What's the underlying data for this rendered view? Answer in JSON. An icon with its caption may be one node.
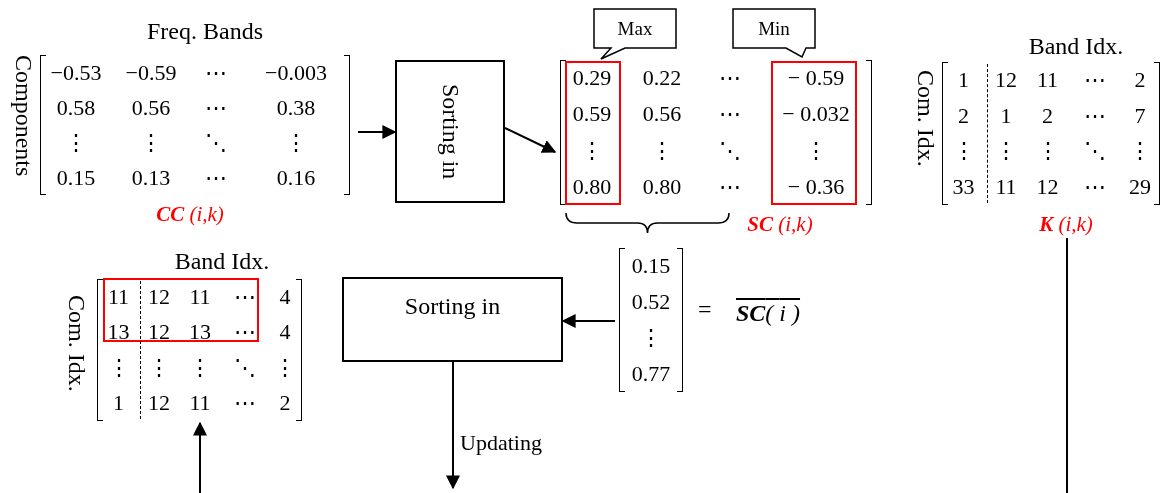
{
  "diagram": {
    "nodes": [
      {
        "text": [
          "Freq. Bands",
          "Components",
          "−0.53",
          "−0.59",
          "⋯",
          "−0.003",
          "0.58",
          "0.56",
          "⋯",
          "0.38",
          "⋮",
          "⋮",
          "⋱",
          "⋮",
          "0.15",
          "0.13",
          "⋯",
          "0.16"
        ],
        "beside": [
          "**CC** (*i*,*k*)"
        ]
      },
      {
        "text": [
          "Sorting in"
        ]
      },
      {
        "text": [
          "0.29",
          "0.22",
          "⋯",
          "− 0.59",
          "0.59",
          "0.56",
          "⋯",
          "− 0.032",
          "⋮",
          "⋮",
          "⋱",
          "⋮",
          "0.80",
          "0.80",
          "⋯",
          "− 0.36",
          "**SC** (*i*,*k*)"
        ]
      },
      {
        "text": [
          "Max"
        ]
      },
      {
        "text": [
          "Min"
        ]
      },
      {
        "text": [
          "Band Idx.",
          "Com. Idx.",
          "1",
          "12",
          "11",
          "⋯",
          "2",
          "2",
          "1",
          "2",
          "⋯",
          "7",
          "⋮",
          "⋮",
          "⋮",
          "⋱",
          "⋮",
          "33",
          "11",
          "12",
          "⋯",
          "29"
        ],
        "beside": [
          "**K** (*i*,*k*)"
        ]
      },
      {
        "text": [
          "0.15",
          "0.52",
          "⋮",
          "0.77"
        ],
        "beside": [
          "=",
          "**SC**( *i* )"
        ]
      },
      {
        "text": [
          "Sorting in"
        ]
      },
      {
        "text": [
          "Band Idx.",
          "Com. Idx.",
          "11",
          "12",
          "11",
          "⋯",
          "4",
          "13",
          "12",
          "13",
          "⋯",
          "4",
          "⋮",
          "⋮",
          "⋮",
          "⋱",
          "⋮",
          "1",
          "12",
          "11",
          "⋯",
          "2"
        ]
      }
    ],
    "edges": [
      {
        "from": 0,
        "to": 1,
        "arrow": "to"
      },
      {
        "from": 1,
        "to": 2,
        "arrow": "to"
      },
      {
        "from": 6,
        "to": 7,
        "arrow": "to"
      },
      {
        "from": 7,
        "to": null,
        "arrow": "to",
        "label": "Updating"
      },
      {
        "from": null,
        "to": 8,
        "arrow": "to"
      },
      {
        "from": 5,
        "to": null,
        "arrow": "none"
      }
    ]
  }
}
